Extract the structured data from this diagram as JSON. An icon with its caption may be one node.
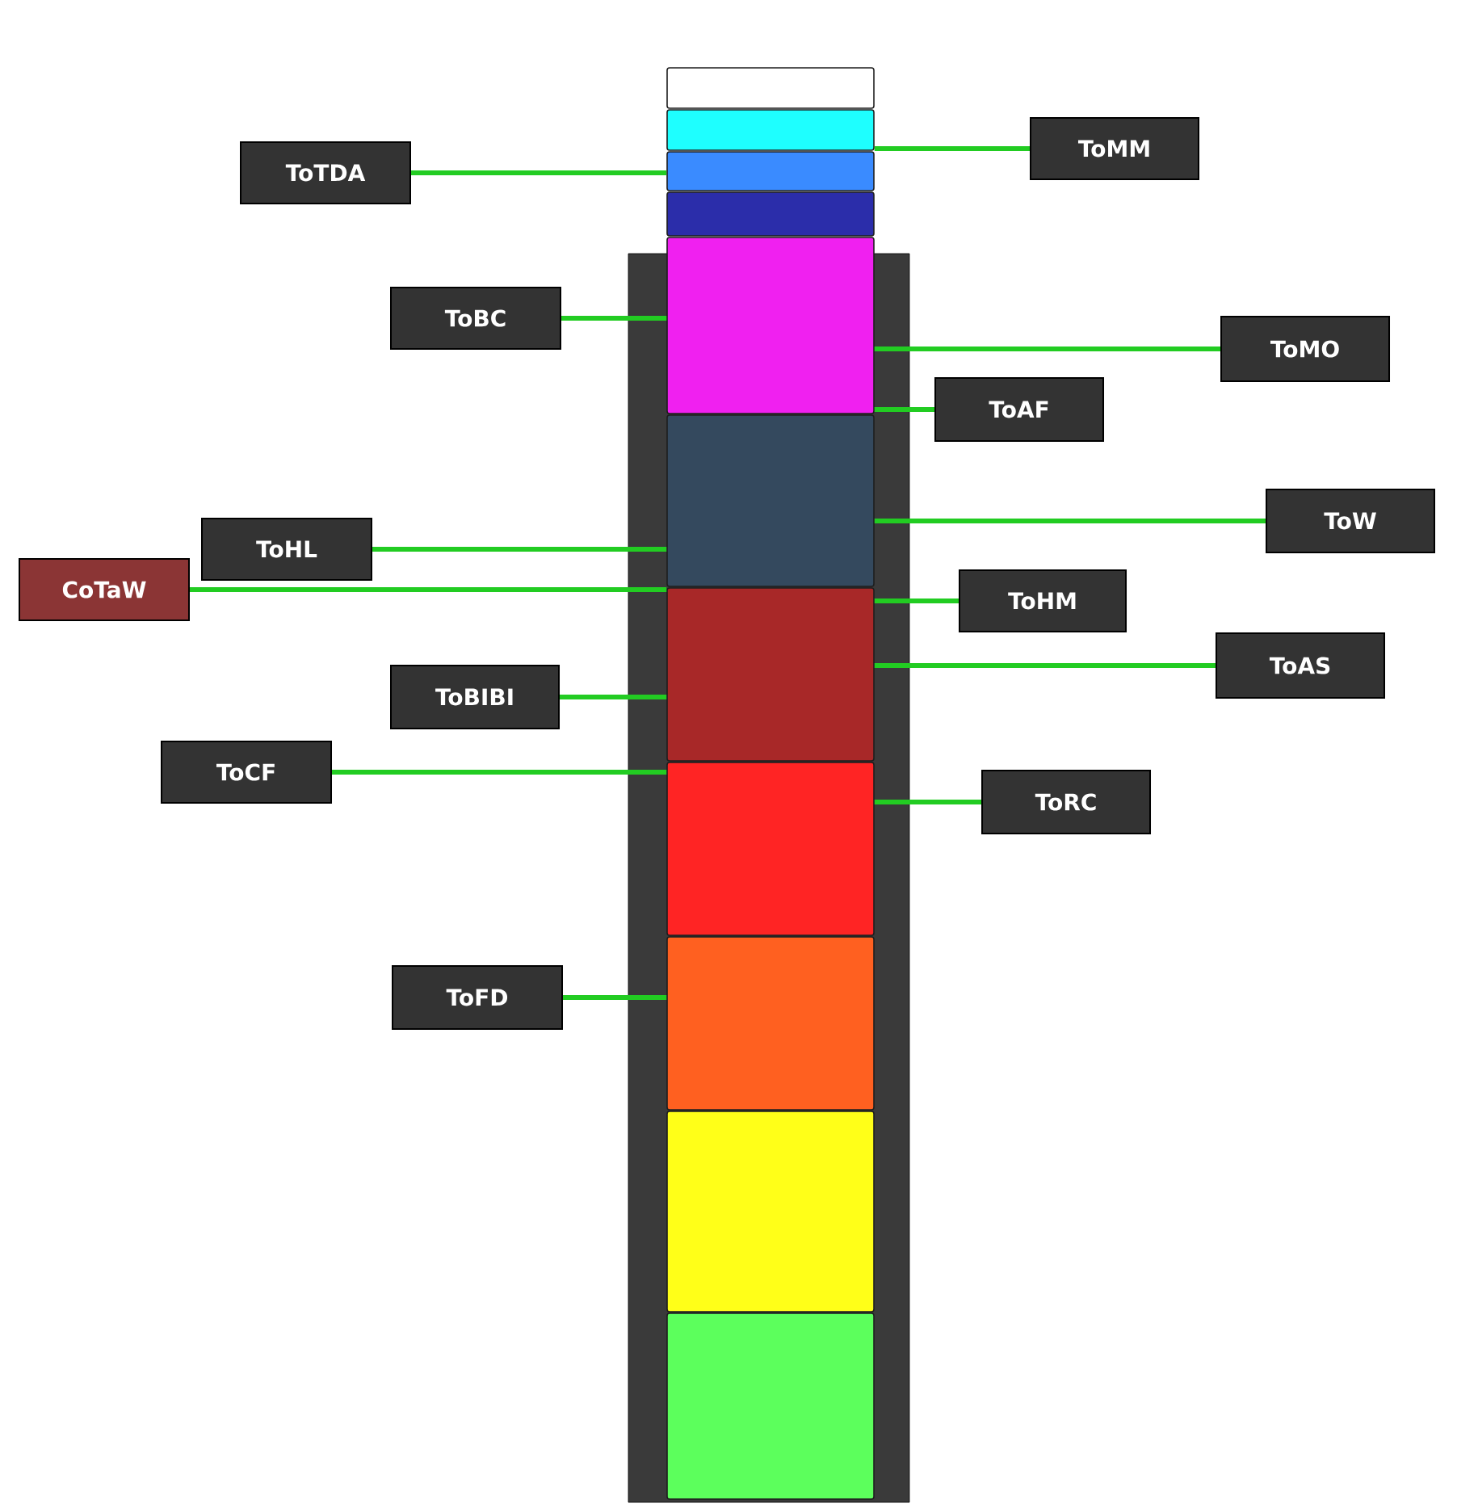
{
  "diagram": {
    "nodes": [
      {
        "text": [],
        "shape": "box"
      },
      {
        "text": [],
        "shape": "box"
      },
      {
        "text": [],
        "shape": "box"
      },
      {
        "text": [],
        "shape": "box"
      },
      {
        "text": [],
        "shape": "box"
      },
      {
        "text": [],
        "shape": "box"
      },
      {
        "text": [],
        "shape": "box"
      },
      {
        "text": [],
        "shape": "box"
      },
      {
        "text": [],
        "shape": "box"
      },
      {
        "text": [],
        "shape": "box"
      },
      {
        "text": [],
        "shape": "box"
      },
      {
        "text": [
          "ToMM"
        ]
      },
      {
        "text": [
          "ToTDA"
        ]
      },
      {
        "text": [
          "ToBC"
        ]
      },
      {
        "text": [
          "ToMO"
        ]
      },
      {
        "text": [
          "ToAF"
        ]
      },
      {
        "text": [
          "ToW"
        ]
      },
      {
        "text": [
          "ToHL"
        ]
      },
      {
        "text": [
          "CoTaW"
        ]
      },
      {
        "text": [
          "ToHM"
        ]
      },
      {
        "text": [
          "ToAS"
        ]
      },
      {
        "text": [
          "ToBIBI"
        ]
      },
      {
        "text": [
          "ToCF"
        ]
      },
      {
        "text": [
          "ToRC"
        ]
      },
      {
        "text": [
          "ToFD"
        ]
      }
    ],
    "edges": [
      {
        "from": 11,
        "to": 1,
        "arrow": "none"
      },
      {
        "from": 12,
        "to": 2,
        "arrow": "none"
      },
      {
        "from": 13,
        "to": 4,
        "arrow": "none"
      },
      {
        "from": 14,
        "to": 4,
        "arrow": "none"
      },
      {
        "from": 15,
        "to": 4,
        "arrow": "none"
      },
      {
        "from": 16,
        "to": 5,
        "arrow": "none"
      },
      {
        "from": 17,
        "to": 5,
        "arrow": "none"
      },
      {
        "from": 18,
        "to": 6,
        "arrow": "none"
      },
      {
        "from": 19,
        "to": 6,
        "arrow": "none"
      },
      {
        "from": 20,
        "to": 6,
        "arrow": "none"
      },
      {
        "from": 21,
        "to": 6,
        "arrow": "none"
      },
      {
        "from": 22,
        "to": 7,
        "arrow": "none"
      },
      {
        "from": 23,
        "to": 7,
        "arrow": "none"
      },
      {
        "from": 24,
        "to": 8,
        "arrow": "none"
      }
    ]
  }
}
